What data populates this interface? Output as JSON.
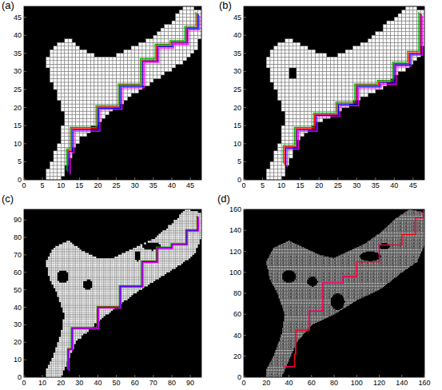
{
  "diagram": {
    "labels": [
      "(a)",
      "0",
      "5",
      "10",
      "15",
      "20",
      "25",
      "30",
      "35",
      "40",
      "45",
      "0",
      "5",
      "10",
      "15",
      "20",
      "25",
      "30",
      "35",
      "40",
      "45",
      "(b)",
      "0",
      "5",
      "10",
      "15",
      "20",
      "25",
      "30",
      "35",
      "40",
      "45",
      "0",
      "5",
      "10",
      "15",
      "20",
      "25",
      "30",
      "35",
      "40",
      "45",
      "(c)",
      "0",
      "10",
      "20",
      "30",
      "40",
      "50",
      "60",
      "70",
      "80",
      "90",
      "0",
      "10",
      "20",
      "30",
      "40",
      "50",
      "60",
      "70",
      "80",
      "90",
      "(d)",
      "0",
      "20",
      "40",
      "60",
      "80",
      "100",
      "120",
      "140",
      "160",
      "0",
      "20",
      "40",
      "60",
      "80",
      "100",
      "120",
      "140",
      "160"
    ]
  }
}
